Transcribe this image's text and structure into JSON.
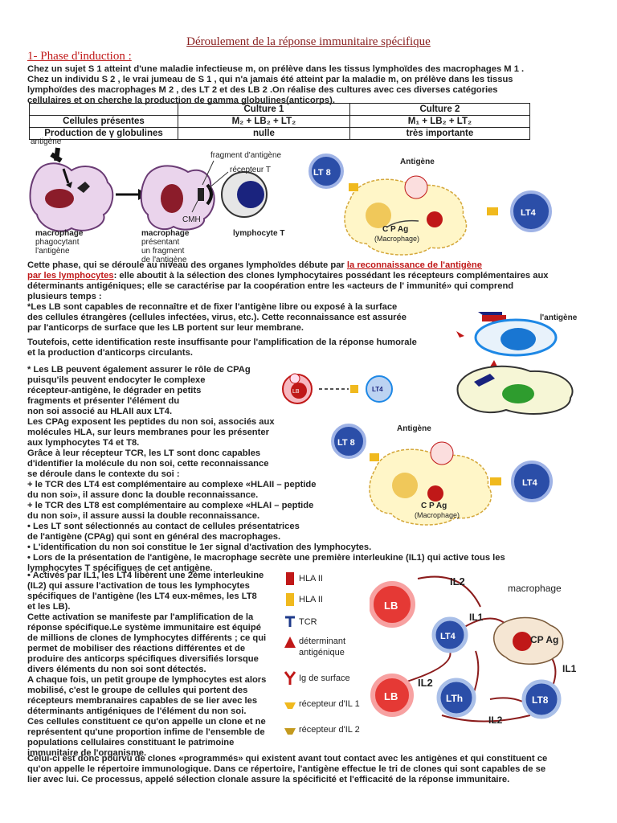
{
  "title": "Déroulement de la réponse immunitaire spécifique",
  "phase_title": "1- Phase d'induction :",
  "intro": [
    "Chez un sujet S 1 atteint d'une maladie infectieuse m, on prélève dans les tissus lymphoïdes des macrophages M 1 .",
    "Chez un individu S 2 , le vrai jumeau de S 1 , qui n'a jamais été atteint par la maladie m, on prélève dans les tissus",
    "lymphoïdes des macrophages M 2 , des LT 2 et des LB 2 .On réalise des cultures avec ces diverses catégories",
    "cellulaires et on cherche la production de gamma globulines(anticorps)."
  ],
  "table": {
    "headers": [
      "",
      "Culture 1",
      "Culture 2"
    ],
    "rows": [
      [
        "Cellules présentes",
        "M₂ + LB₂ + LT₂",
        "M₁ + LB₂ + LT₂"
      ],
      [
        "Production de γ globulines",
        "nulle",
        "très importante"
      ]
    ]
  },
  "fig_presentation": {
    "antigene": "antigène",
    "fragment": "fragment d'antigène",
    "recepteur_t": "récepteur T",
    "cmh": "CMH",
    "macrophage1_title": "macrophage",
    "macrophage1_sub": [
      "phagocytant",
      "l'antigène"
    ],
    "macrophage2_title": "macrophage",
    "macrophage2_sub": [
      "présentant",
      "un fragment",
      "de l'antigène"
    ],
    "lymphocyte": "lymphocyte T"
  },
  "fig_cpag1": {
    "lt8": "LT 8",
    "antigene": "Antigène",
    "lt4": "LT4",
    "cpag": "C P Ag",
    "macrophage": "(Macrophage)"
  },
  "phase_text": {
    "line1_a": "Cette phase, qui se déroule au niveau des organes lymphoïdes débute par",
    "line1_b": "la reconnaissance de l'antigène",
    "line2_a": "par les lymphocytes",
    "line2_b": ": elle aboutit à la sélection des clones lymphocytaires possédant les récepteurs complémentaires aux",
    "line3": "déterminants antigéniques; elle se caractérise par la coopération entre les «acteurs de l' immunité» qui comprend",
    "line4": "plusieurs temps :",
    "lb1": "*Les LB sont capables de reconnaître et de fixer l'antigène libre ou exposé à la surface",
    "lb2": "des cellules étrangères (cellules infectées, virus, etc.). Cette reconnaissance est assurée",
    "lb3": "par l'anticorps de surface que les LB portent sur leur membrane.",
    "tou1": "Toutefois, cette identification reste insuffisante pour l'amplification de la réponse humorale",
    "tou2": "et la production d'anticorps circulants.",
    "cpa": [
      "* Les LB peuvent également assurer le rôle de CPAg",
      "puisqu'ils peuvent endocyter le complexe",
      "récepteur-antigène, le dégrader en petits",
      "fragments et présenter l'élément du",
      "non soi associé au HLAII aux LT4.",
      "Les CPAg exposent les peptides du non soi, associés aux",
      " molécules HLA, sur leurs membranes pour les présenter",
      " aux lymphocytes T4 et T8.",
      "Grâce à leur récepteur TCR, les LT sont donc capables",
      "d'identifier la molécule du non soi, cette reconnaissance",
      " se déroule dans le contexte du soi :",
      "+ le TCR des LT4 est complémentaire au complexe «HLAII – peptide",
      " du non soi», il assure donc la double reconnaissance.",
      "+ le TCR des LT8 est complémentaire au complexe «HLAI – peptide",
      "du non soi», il assure aussi la double reconnaissance.",
      "• Les LT sont sélectionnés au contact de cellules présentatrices",
      " de l'antigène (CPAg) qui sont en général des macrophages.",
      "• L'identification du non soi constitue le 1er signal d'activation des lymphocytes.",
      "• Lors de la présentation de l'antigène, le macrophage secrète une première interleukine (IL1) qui active tous les",
      "lymphocytes T spécifiques de cet antigène."
    ],
    "act": [
      "• Activés par IL1, les LT4 libèrent une 2ème interleukine",
      "(IL2) qui assure l'activation de tous les lymphocytes",
      "spécifiques de l'antigène (les LT4 eux-mêmes, les LT8",
      " et les LB).",
      "Cette activation se manifeste par l'amplification de la",
      "réponse spécifique.Le système immunitaire est équipé",
      "de millions de clones de lymphocytes différents ; ce qui",
      " permet de mobiliser des réactions différentes et de",
      " produire des anticorps spécifiques diversifiés lorsque",
      "divers éléments du non soi sont détectés.",
      "A chaque fois, un petit groupe de lymphocytes est alors",
      " mobilisé, c'est le groupe de cellules qui portent des",
      "récepteurs membranaires capables de se lier avec les",
      "déterminants antigéniques de l'élément du non soi.",
      "Ces cellules constituent ce qu'on appelle un clone et ne",
      "représentent qu'une proportion infime de l'ensemble de",
      "populations cellulaires constituant le patrimoine",
      "immunitaire de l'organisme."
    ],
    "final": [
      "Celui-ci est donc pourvu de clones «programmés» qui existent avant tout contact avec les antigènes et qui constituent ce",
      "qu'on appelle le répertoire immunologique. Dans ce répertoire, l'antigène effectue le tri de clones qui sont capables de se",
      "lier avec lui. Ce processus, appelé sélection clonale assure la spécificité et l'efficacité de la réponse immunitaire."
    ]
  },
  "fig_lb": {
    "antigene_small": "l'antigène",
    "lb_small": "LB",
    "lt4_small": "LT4"
  },
  "fig_cpag2": {
    "lt8": "LT 8",
    "antigene": "Antigène",
    "lt4": "LT4",
    "cpag": "C P Ag",
    "macrophage": "(Macrophage)"
  },
  "legend": {
    "hla2a": "HLA II",
    "hla2b": "HLA II",
    "tcr": "TCR",
    "det1": "déterminant",
    "det2": "antigénique",
    "ig": "Ig de surface",
    "r1": "récepteur d'IL 1",
    "r2": "récepteur d'IL 2"
  },
  "fig_chain": {
    "lb_top": "LB",
    "il2_top": "IL2",
    "macrophage": "macrophage",
    "il1_a": "IL1",
    "lt4_label": "LT4",
    "cpag": "CP Ag",
    "il1_b": "IL1",
    "il2_mid": "IL2",
    "lb_bottom": "LB",
    "lth": "LTh",
    "lt8": "LT8",
    "il2_bottom": "IL2"
  }
}
